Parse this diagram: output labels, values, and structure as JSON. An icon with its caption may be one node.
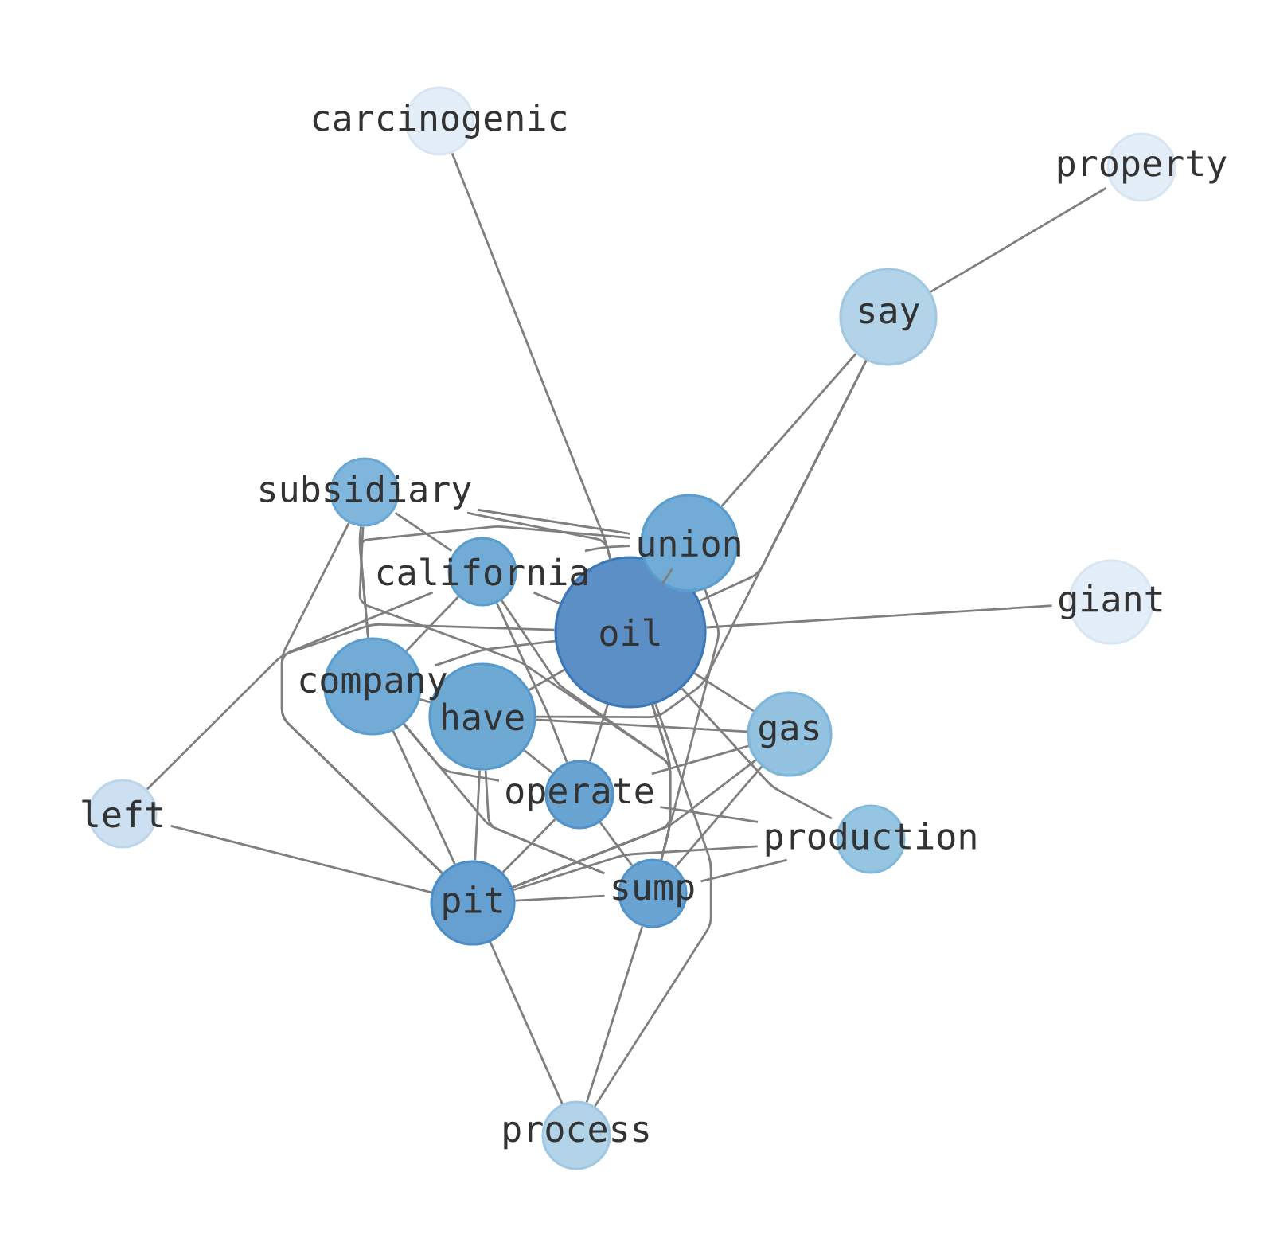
{
  "diagram": {
    "nodes": [
      {
        "text": [
          "carcinogenic"
        ]
      },
      {
        "text": [
          "property"
        ]
      },
      {
        "text": [
          "say"
        ]
      },
      {
        "text": [
          "subsidiary"
        ]
      },
      {
        "text": [
          "union"
        ]
      },
      {
        "text": [
          "california"
        ]
      },
      {
        "text": [
          "giant"
        ]
      },
      {
        "text": [
          "oil"
        ]
      },
      {
        "text": [
          "company"
        ]
      },
      {
        "text": [
          "have"
        ]
      },
      {
        "text": [
          "gas"
        ]
      },
      {
        "text": [
          "operate"
        ]
      },
      {
        "text": [
          "left"
        ]
      },
      {
        "text": [
          "production"
        ]
      },
      {
        "text": [
          "sump"
        ]
      },
      {
        "text": [
          "pit"
        ]
      },
      {
        "text": [
          "process"
        ]
      }
    ],
    "edges": [
      {
        "from": 0,
        "to": 7,
        "arrow": "none"
      },
      {
        "from": 1,
        "to": 2,
        "arrow": "none"
      },
      {
        "from": 2,
        "to": 4,
        "arrow": "none"
      },
      {
        "from": 2,
        "to": 7,
        "arrow": "none"
      },
      {
        "from": 2,
        "to": 9,
        "arrow": "none"
      },
      {
        "from": 3,
        "to": 4,
        "arrow": "none"
      },
      {
        "from": 3,
        "to": 5,
        "arrow": "none"
      },
      {
        "from": 3,
        "to": 7,
        "arrow": "none"
      },
      {
        "from": 3,
        "to": 8,
        "arrow": "none"
      },
      {
        "from": 3,
        "to": 14,
        "arrow": "none"
      },
      {
        "from": 3,
        "to": 15,
        "arrow": "none"
      },
      {
        "from": 4,
        "to": 5,
        "arrow": "none"
      },
      {
        "from": 4,
        "to": 7,
        "arrow": "none"
      },
      {
        "from": 4,
        "to": 8,
        "arrow": "none"
      },
      {
        "from": 4,
        "to": 15,
        "arrow": "none"
      },
      {
        "from": 5,
        "to": 7,
        "arrow": "none"
      },
      {
        "from": 5,
        "to": 8,
        "arrow": "none"
      },
      {
        "from": 5,
        "to": 11,
        "arrow": "none"
      },
      {
        "from": 5,
        "to": 14,
        "arrow": "none"
      },
      {
        "from": 5,
        "to": 15,
        "arrow": "none"
      },
      {
        "from": 6,
        "to": 7,
        "arrow": "none"
      },
      {
        "from": 7,
        "to": 8,
        "arrow": "none"
      },
      {
        "from": 7,
        "to": 9,
        "arrow": "none"
      },
      {
        "from": 7,
        "to": 10,
        "arrow": "none"
      },
      {
        "from": 7,
        "to": 11,
        "arrow": "none"
      },
      {
        "from": 7,
        "to": 12,
        "arrow": "none"
      },
      {
        "from": 7,
        "to": 13,
        "arrow": "none"
      },
      {
        "from": 7,
        "to": 14,
        "arrow": "none"
      },
      {
        "from": 7,
        "to": 15,
        "arrow": "none"
      },
      {
        "from": 7,
        "to": 16,
        "arrow": "none"
      },
      {
        "from": 8,
        "to": 9,
        "arrow": "none"
      },
      {
        "from": 8,
        "to": 11,
        "arrow": "none"
      },
      {
        "from": 8,
        "to": 14,
        "arrow": "none"
      },
      {
        "from": 8,
        "to": 15,
        "arrow": "none"
      },
      {
        "from": 9,
        "to": 10,
        "arrow": "none"
      },
      {
        "from": 9,
        "to": 11,
        "arrow": "none"
      },
      {
        "from": 9,
        "to": 14,
        "arrow": "none"
      },
      {
        "from": 9,
        "to": 15,
        "arrow": "none"
      },
      {
        "from": 10,
        "to": 11,
        "arrow": "none"
      },
      {
        "from": 10,
        "to": 14,
        "arrow": "none"
      },
      {
        "from": 10,
        "to": 15,
        "arrow": "none"
      },
      {
        "from": 11,
        "to": 13,
        "arrow": "none"
      },
      {
        "from": 11,
        "to": 14,
        "arrow": "none"
      },
      {
        "from": 11,
        "to": 15,
        "arrow": "none"
      },
      {
        "from": 12,
        "to": 15,
        "arrow": "none"
      },
      {
        "from": 13,
        "to": 14,
        "arrow": "none"
      },
      {
        "from": 13,
        "to": 15,
        "arrow": "none"
      },
      {
        "from": 14,
        "to": 15,
        "arrow": "none"
      },
      {
        "from": 14,
        "to": 16,
        "arrow": "none"
      },
      {
        "from": 15,
        "to": 16,
        "arrow": "none"
      }
    ]
  }
}
